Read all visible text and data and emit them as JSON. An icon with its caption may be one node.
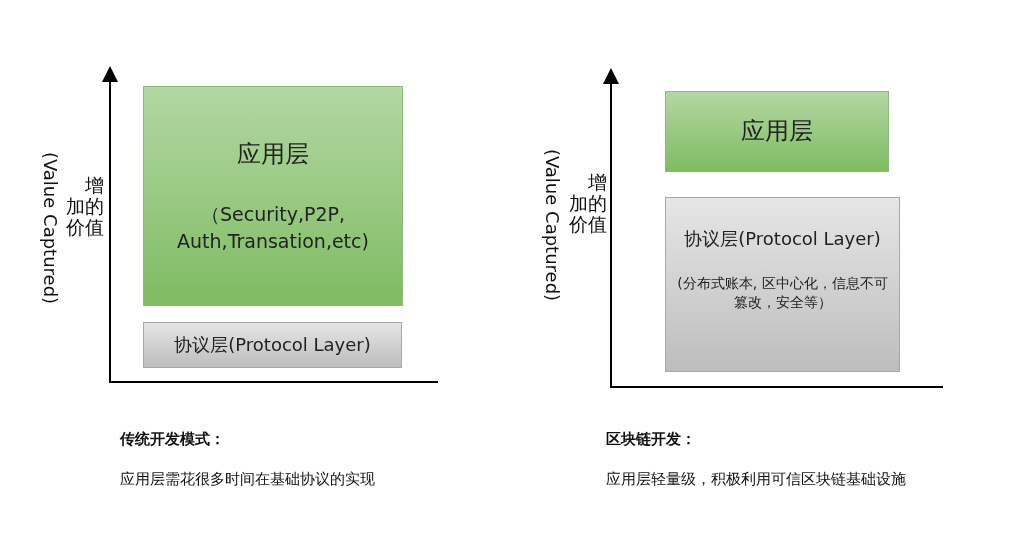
{
  "diagram": {
    "nodes": [
      {
        "text": [
          "应用层",
          "（Security,P2P, Auth,Transation,etc)"
        ]
      },
      {
        "text": [
          "协议层(Protocol Layer)"
        ]
      },
      {
        "text": [
          "应用层"
        ]
      },
      {
        "text": [
          "协议层(Protocol Layer)",
          "(分布式账本, 区中心化，信息不可篡改，安全等）"
        ]
      }
    ],
    "edges": [],
    "labels": [
      "(Value Captured)",
      "增加的价值",
      "(Value Captured)",
      "增加的价值",
      "传统开发模式：",
      "区块链开发：",
      "应用层需花很多时间在基础协议的实现",
      "应用层轻量级，积极利用可信区块链基础设施"
    ]
  }
}
